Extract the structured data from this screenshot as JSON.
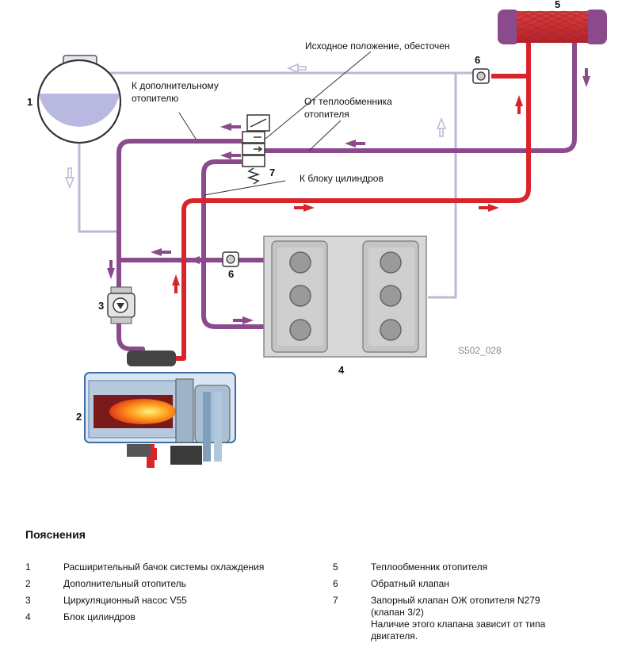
{
  "labels": {
    "initial_position": "Исходное положение, обесточен",
    "to_aux_heater": "К дополнительному отопителю",
    "from_heat_exchanger": "От теплообменника отопителя",
    "to_cylinder_block": "К блоку цилиндров",
    "figure_code": "S502_028"
  },
  "callouts": [
    "1",
    "2",
    "3",
    "4",
    "5",
    "6",
    "6",
    "7"
  ],
  "colors": {
    "hot_pipe": "#d9252a",
    "return_pipe": "#8a4a8c",
    "vent_pipe": "#b9b9d6",
    "coolant": "#b8b8e0",
    "engine_block": "#d8d8d8"
  },
  "icons": [
    "expansion-tank-icon",
    "aux-heater-icon",
    "pump-icon",
    "engine-block-icon",
    "heat-exchanger-icon",
    "check-valve-icon",
    "solenoid-valve-icon"
  ],
  "legend": {
    "title": "Пояснения",
    "items": [
      {
        "num": "1",
        "text": "Расширительный бачок системы охлаждения"
      },
      {
        "num": "2",
        "text": "Дополнительный отопитель"
      },
      {
        "num": "3",
        "text": "Циркуляционный насос V55"
      },
      {
        "num": "4",
        "text": "Блок цилиндров"
      },
      {
        "num": "5",
        "text": "Теплообменник отопителя"
      },
      {
        "num": "6",
        "text": "Обратный клапан"
      },
      {
        "num": "7",
        "text": "Запорный клапан ОЖ отопителя N279 (клапан 3/2)"
      }
    ],
    "note": "Наличие этого клапана зависит от типа двигателя."
  }
}
